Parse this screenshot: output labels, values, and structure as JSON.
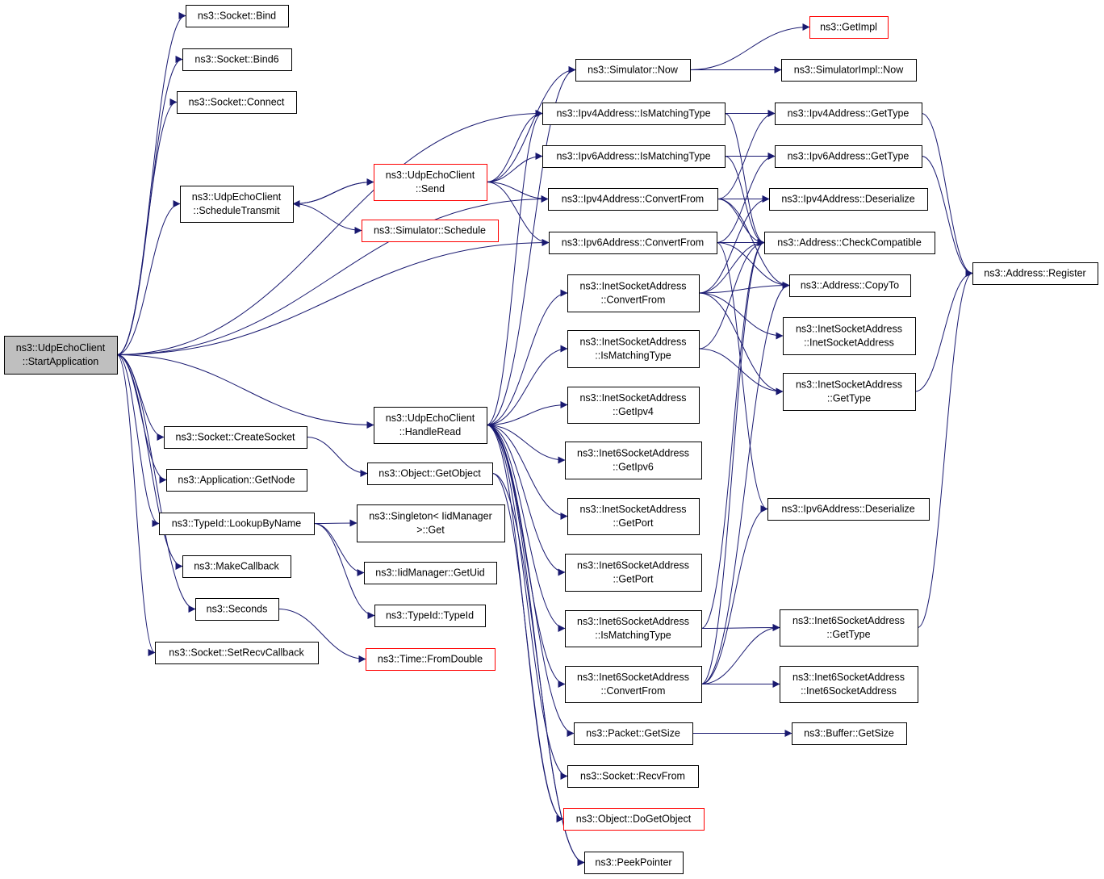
{
  "colors": {
    "edge": "#191970",
    "border": "#000000",
    "red_border": "#ff0000",
    "root_fill": "#bfbfbf",
    "background": "#ffffff"
  },
  "nodes": {
    "start": {
      "lines": [
        "ns3::UdpEchoClient",
        "::StartApplication"
      ],
      "highlight": true
    },
    "bind": {
      "lines": [
        "ns3::Socket::Bind"
      ]
    },
    "bind6": {
      "lines": [
        "ns3::Socket::Bind6"
      ]
    },
    "connect": {
      "lines": [
        "ns3::Socket::Connect"
      ]
    },
    "schedtx": {
      "lines": [
        "ns3::UdpEchoClient",
        "::ScheduleTransmit"
      ]
    },
    "send": {
      "lines": [
        "ns3::UdpEchoClient",
        "::Send"
      ],
      "red": true
    },
    "simschedule": {
      "lines": [
        "ns3::Simulator::Schedule"
      ],
      "red": true
    },
    "createsocket": {
      "lines": [
        "ns3::Socket::CreateSocket"
      ]
    },
    "getnode": {
      "lines": [
        "ns3::Application::GetNode"
      ]
    },
    "lookup": {
      "lines": [
        "ns3::TypeId::LookupByName"
      ]
    },
    "makecb": {
      "lines": [
        "ns3::MakeCallback"
      ]
    },
    "seconds": {
      "lines": [
        "ns3::Seconds"
      ]
    },
    "setrecv": {
      "lines": [
        "ns3::Socket::SetRecvCallback"
      ]
    },
    "handleread": {
      "lines": [
        "ns3::UdpEchoClient",
        "::HandleRead"
      ]
    },
    "getobject": {
      "lines": [
        "ns3::Object::GetObject"
      ]
    },
    "singleton": {
      "lines": [
        "ns3::Singleton< IidManager",
        ">::Get"
      ]
    },
    "getuid": {
      "lines": [
        "ns3::IidManager::GetUid"
      ]
    },
    "typeid": {
      "lines": [
        "ns3::TypeId::TypeId"
      ]
    },
    "fromdouble": {
      "lines": [
        "ns3::Time::FromDouble"
      ],
      "red": true
    },
    "simnow": {
      "lines": [
        "ns3::Simulator::Now"
      ]
    },
    "ipv4match": {
      "lines": [
        "ns3::Ipv4Address::IsMatchingType"
      ]
    },
    "ipv6match": {
      "lines": [
        "ns3::Ipv6Address::IsMatchingType"
      ]
    },
    "ipv4conv": {
      "lines": [
        "ns3::Ipv4Address::ConvertFrom"
      ]
    },
    "ipv6conv": {
      "lines": [
        "ns3::Ipv6Address::ConvertFrom"
      ]
    },
    "inetconv": {
      "lines": [
        "ns3::InetSocketAddress",
        "::ConvertFrom"
      ]
    },
    "inetmatch": {
      "lines": [
        "ns3::InetSocketAddress",
        "::IsMatchingType"
      ]
    },
    "inetgetipv4": {
      "lines": [
        "ns3::InetSocketAddress",
        "::GetIpv4"
      ]
    },
    "inet6getipv6": {
      "lines": [
        "ns3::Inet6SocketAddress",
        "::GetIpv6"
      ]
    },
    "inetgetport": {
      "lines": [
        "ns3::InetSocketAddress",
        "::GetPort"
      ]
    },
    "inet6getport": {
      "lines": [
        "ns3::Inet6SocketAddress",
        "::GetPort"
      ]
    },
    "inet6match": {
      "lines": [
        "ns3::Inet6SocketAddress",
        "::IsMatchingType"
      ]
    },
    "inet6conv": {
      "lines": [
        "ns3::Inet6SocketAddress",
        "::ConvertFrom"
      ]
    },
    "pktsize": {
      "lines": [
        "ns3::Packet::GetSize"
      ]
    },
    "recvfrom": {
      "lines": [
        "ns3::Socket::RecvFrom"
      ]
    },
    "dogetobject": {
      "lines": [
        "ns3::Object::DoGetObject"
      ],
      "red": true
    },
    "peekptr": {
      "lines": [
        "ns3::PeekPointer"
      ]
    },
    "getimpl": {
      "lines": [
        "ns3::GetImpl"
      ],
      "red": true
    },
    "simimplnow": {
      "lines": [
        "ns3::SimulatorImpl::Now"
      ]
    },
    "ipv4gettype": {
      "lines": [
        "ns3::Ipv4Address::GetType"
      ]
    },
    "ipv6gettype": {
      "lines": [
        "ns3::Ipv6Address::GetType"
      ]
    },
    "ipv4deser": {
      "lines": [
        "ns3::Ipv4Address::Deserialize"
      ]
    },
    "checkcompat": {
      "lines": [
        "ns3::Address::CheckCompatible"
      ]
    },
    "copyto": {
      "lines": [
        "ns3::Address::CopyTo"
      ]
    },
    "inetctor": {
      "lines": [
        "ns3::InetSocketAddress",
        "::InetSocketAddress"
      ]
    },
    "inetgettype": {
      "lines": [
        "ns3::InetSocketAddress",
        "::GetType"
      ]
    },
    "ipv6deser": {
      "lines": [
        "ns3::Ipv6Address::Deserialize"
      ]
    },
    "inet6gettype": {
      "lines": [
        "ns3::Inet6SocketAddress",
        "::GetType"
      ]
    },
    "inet6ctor": {
      "lines": [
        "ns3::Inet6SocketAddress",
        "::Inet6SocketAddress"
      ]
    },
    "bufsize": {
      "lines": [
        "ns3::Buffer::GetSize"
      ]
    },
    "register": {
      "lines": [
        "ns3::Address::Register"
      ]
    }
  },
  "edges": [
    [
      "start",
      "bind"
    ],
    [
      "start",
      "bind6"
    ],
    [
      "start",
      "connect"
    ],
    [
      "start",
      "ipv4match"
    ],
    [
      "start",
      "schedtx"
    ],
    [
      "start",
      "ipv4conv"
    ],
    [
      "start",
      "ipv6conv"
    ],
    [
      "start",
      "handleread"
    ],
    [
      "start",
      "createsocket"
    ],
    [
      "start",
      "getnode"
    ],
    [
      "start",
      "lookup"
    ],
    [
      "start",
      "makecb"
    ],
    [
      "start",
      "seconds"
    ],
    [
      "start",
      "setrecv"
    ],
    [
      "schedtx",
      "send"
    ],
    [
      "schedtx",
      "simschedule"
    ],
    [
      "send",
      "schedtx"
    ],
    [
      "send",
      "simnow"
    ],
    [
      "send",
      "ipv4match"
    ],
    [
      "send",
      "ipv6match"
    ],
    [
      "send",
      "ipv4conv"
    ],
    [
      "send",
      "ipv6conv"
    ],
    [
      "handleread",
      "simnow"
    ],
    [
      "handleread",
      "ipv4match"
    ],
    [
      "handleread",
      "inetconv"
    ],
    [
      "handleread",
      "inetmatch"
    ],
    [
      "handleread",
      "inetgetipv4"
    ],
    [
      "handleread",
      "inet6getipv6"
    ],
    [
      "handleread",
      "inetgetport"
    ],
    [
      "handleread",
      "inet6getport"
    ],
    [
      "handleread",
      "inet6match"
    ],
    [
      "handleread",
      "inet6conv"
    ],
    [
      "handleread",
      "pktsize"
    ],
    [
      "handleread",
      "recvfrom"
    ],
    [
      "handleread",
      "dogetobject"
    ],
    [
      "handleread",
      "peekptr"
    ],
    [
      "createsocket",
      "getobject"
    ],
    [
      "getobject",
      "dogetobject"
    ],
    [
      "getobject",
      "peekptr"
    ],
    [
      "lookup",
      "singleton"
    ],
    [
      "lookup",
      "getuid"
    ],
    [
      "lookup",
      "typeid"
    ],
    [
      "seconds",
      "fromdouble"
    ],
    [
      "simnow",
      "getimpl"
    ],
    [
      "simnow",
      "simimplnow"
    ],
    [
      "ipv4match",
      "ipv4gettype"
    ],
    [
      "ipv4match",
      "checkcompat"
    ],
    [
      "ipv6match",
      "ipv6gettype"
    ],
    [
      "ipv6match",
      "checkcompat"
    ],
    [
      "ipv4conv",
      "ipv4deser"
    ],
    [
      "ipv4conv",
      "checkcompat"
    ],
    [
      "ipv4conv",
      "ipv4gettype"
    ],
    [
      "ipv4conv",
      "copyto"
    ],
    [
      "ipv6conv",
      "checkcompat"
    ],
    [
      "ipv6conv",
      "ipv6gettype"
    ],
    [
      "ipv6conv",
      "copyto"
    ],
    [
      "ipv6conv",
      "ipv6deser"
    ],
    [
      "inetconv",
      "checkcompat"
    ],
    [
      "inetconv",
      "copyto"
    ],
    [
      "inetconv",
      "inetctor"
    ],
    [
      "inetconv",
      "inetgettype"
    ],
    [
      "inetconv",
      "ipv4deser"
    ],
    [
      "inetmatch",
      "checkcompat"
    ],
    [
      "inetmatch",
      "inetgettype"
    ],
    [
      "inet6match",
      "checkcompat"
    ],
    [
      "inet6match",
      "inet6gettype"
    ],
    [
      "inet6conv",
      "checkcompat"
    ],
    [
      "inet6conv",
      "inet6gettype"
    ],
    [
      "inet6conv",
      "copyto"
    ],
    [
      "inet6conv",
      "inet6ctor"
    ],
    [
      "inet6conv",
      "ipv6deser"
    ],
    [
      "pktsize",
      "bufsize"
    ],
    [
      "ipv4gettype",
      "register"
    ],
    [
      "ipv6gettype",
      "register"
    ],
    [
      "inetgettype",
      "register"
    ],
    [
      "inet6gettype",
      "register"
    ]
  ]
}
